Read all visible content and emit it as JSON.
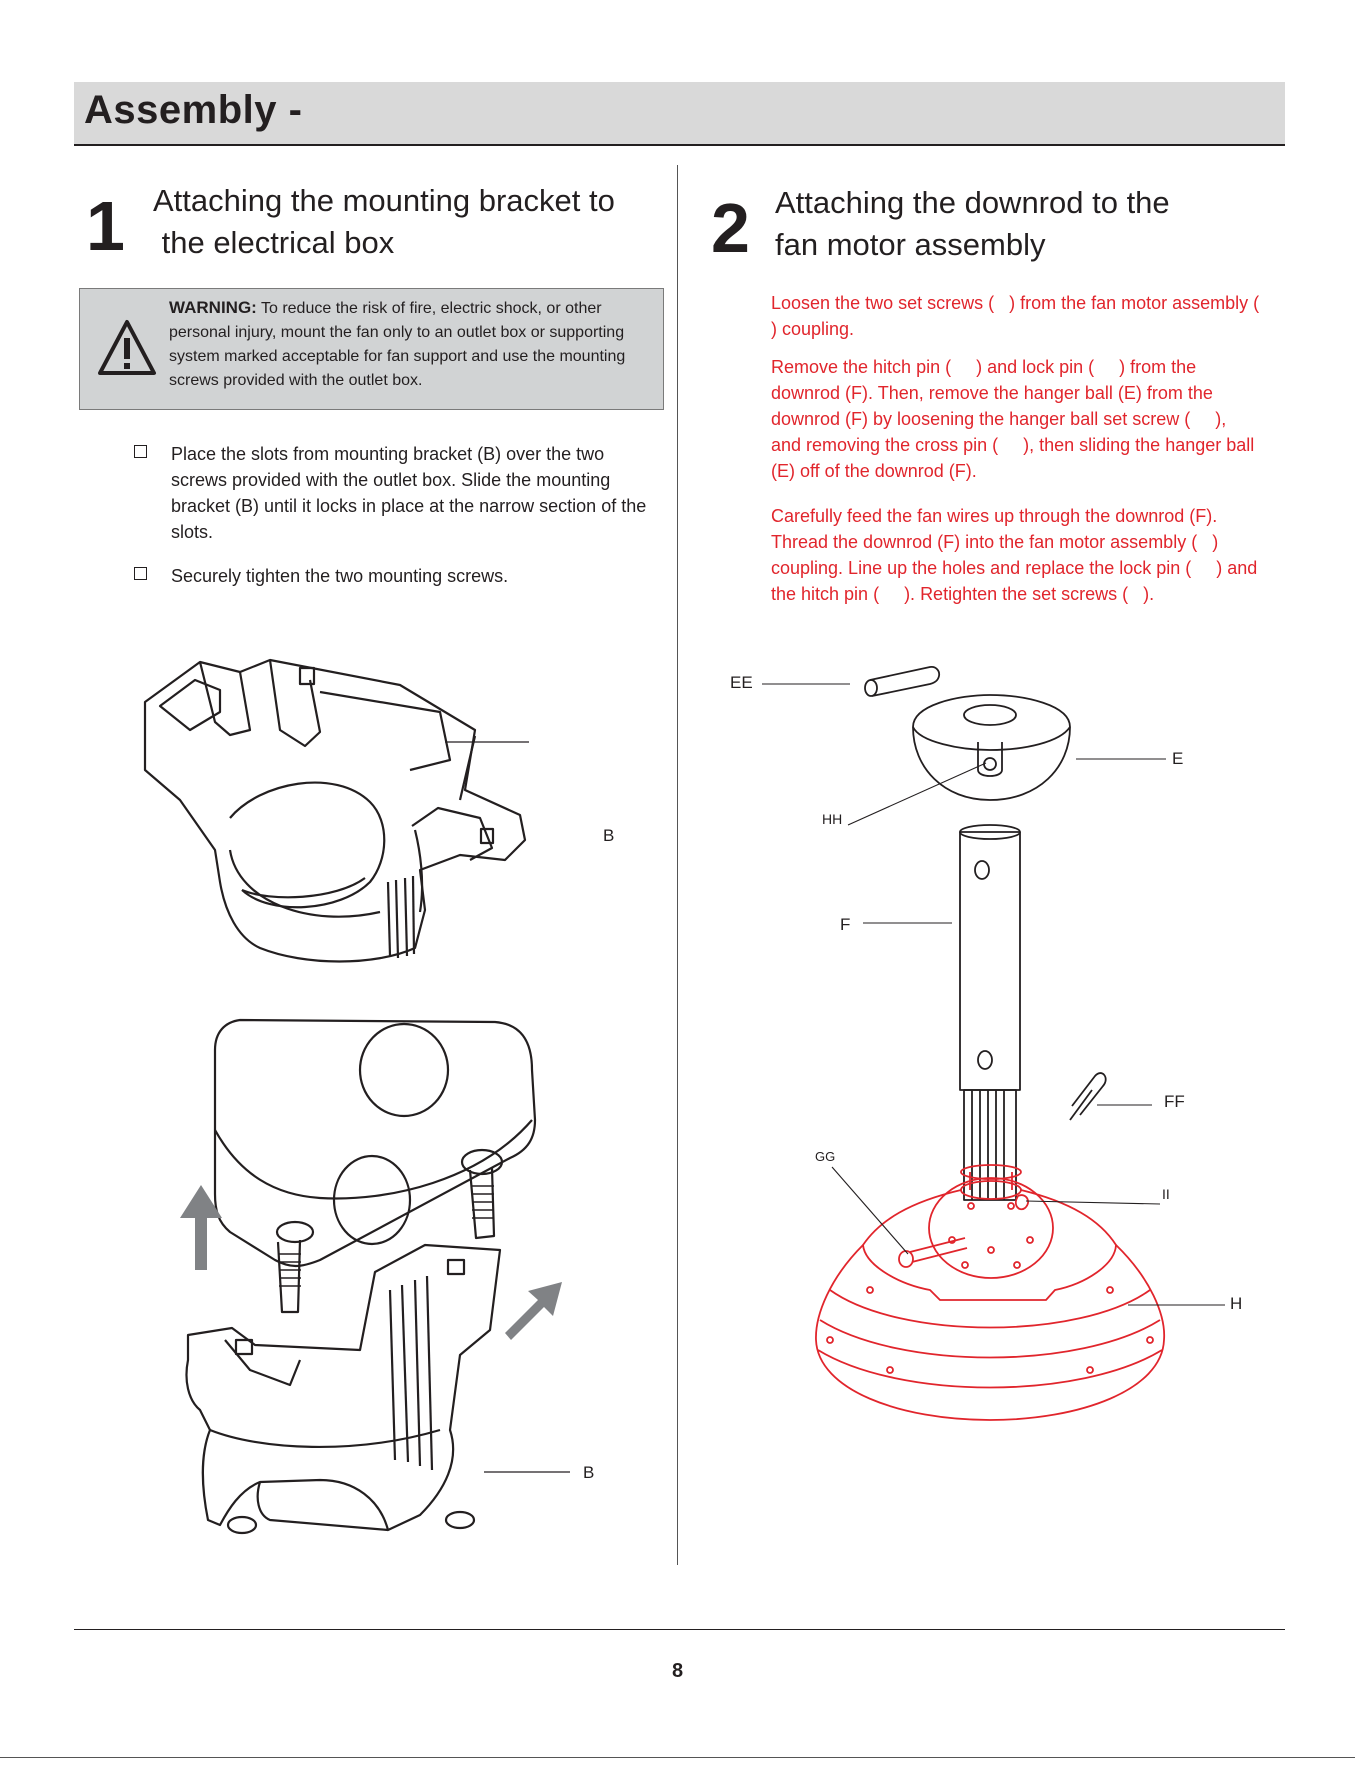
{
  "header": {
    "title": "Assembly -"
  },
  "step1": {
    "number": "1",
    "title_line1": "Attaching the mounting bracket to",
    "title_line2": " the electrical box",
    "warning_label": "WARNING:",
    "warning_text": " To reduce the risk of fire, electric shock, or other personal injury, mount the fan only to an outlet box or supporting system marked acceptable for fan support and use the mounting screws provided with the outlet box.",
    "instructions": [
      "Place the slots from mounting bracket (B) over the two screws provided with the outlet box. Slide the mounting bracket (B) until it locks in place at the narrow section of the slots.",
      "Securely tighten the two mounting screws."
    ],
    "label_b_top": "B",
    "label_b_bottom": "B"
  },
  "step2": {
    "number": "2",
    "title_line1": "Attaching the downrod to the",
    "title_line2": "fan motor assembly",
    "paragraphs": [
      "Loosen the two set screws (   ) from the fan motor assembly (   ) coupling.",
      "Remove the hitch pin (     ) and lock pin (     ) from the downrod (F). Then, remove the hanger ball (E) from the downrod (F) by loosening the hanger ball set screw (     ), and removing the cross pin (     ), then sliding the hanger ball (E) off of the downrod (F).",
      "Carefully feed the fan wires up through the downrod (F). Thread the downrod (F) into the fan motor assembly (   ) coupling. Line up the holes and replace the lock pin (     ) and the hitch pin (     ). Retighten the set screws (   )."
    ],
    "labels": {
      "ee": "EE",
      "e": "E",
      "hh": "HH",
      "f": "F",
      "ff": "FF",
      "gg": "GG",
      "ii": "II",
      "h": "H"
    }
  },
  "footer": {
    "page_number": "8"
  },
  "colors": {
    "accent_red": "#e1252c",
    "header_gray": "#d9d9d9",
    "warning_gray": "#d1d3d4"
  }
}
